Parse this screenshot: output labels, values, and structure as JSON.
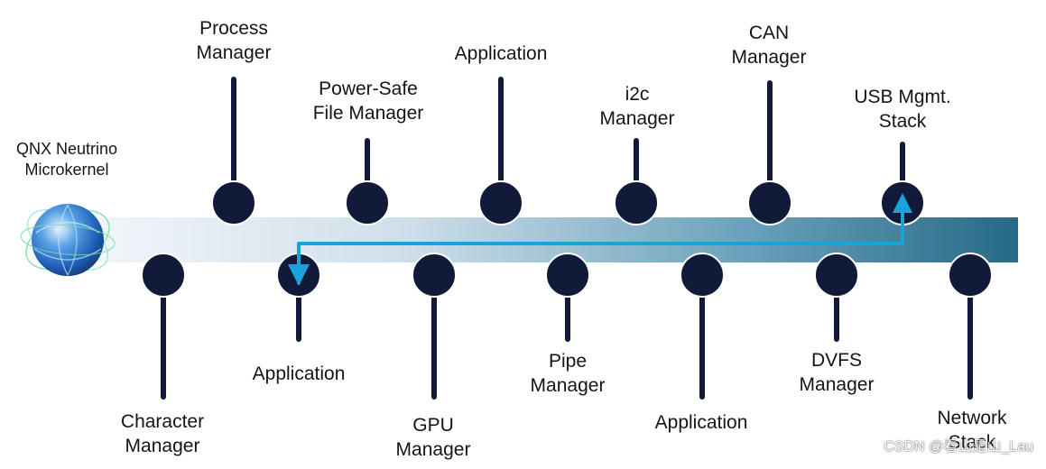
{
  "kernel": {
    "line1": "QNX Neutrino",
    "line2": "Microkernel"
  },
  "top_nodes": [
    {
      "line1": "Process",
      "line2": "Manager"
    },
    {
      "line1": "Power-Safe",
      "line2": "File Manager"
    },
    {
      "line1": "Application",
      "line2": ""
    },
    {
      "line1": "i2c",
      "line2": "Manager"
    },
    {
      "line1": "CAN",
      "line2": "Manager"
    },
    {
      "line1": "USB Mgmt.",
      "line2": "Stack"
    }
  ],
  "bottom_nodes": [
    {
      "line1": "Character",
      "line2": "Manager"
    },
    {
      "line1": "Application",
      "line2": ""
    },
    {
      "line1": "GPU",
      "line2": "Manager"
    },
    {
      "line1": "Pipe",
      "line2": "Manager"
    },
    {
      "line1": "Application",
      "line2": ""
    },
    {
      "line1": "DVFS",
      "line2": "Manager"
    },
    {
      "line1": "Network",
      "line2": "Stack"
    }
  ],
  "colors": {
    "node": "#121a3a",
    "arrow": "#1aa3d6",
    "bus_start": "#eef3f8",
    "bus_end": "#2a6f8a"
  },
  "watermark": "CSDN @看山是山_Lau"
}
